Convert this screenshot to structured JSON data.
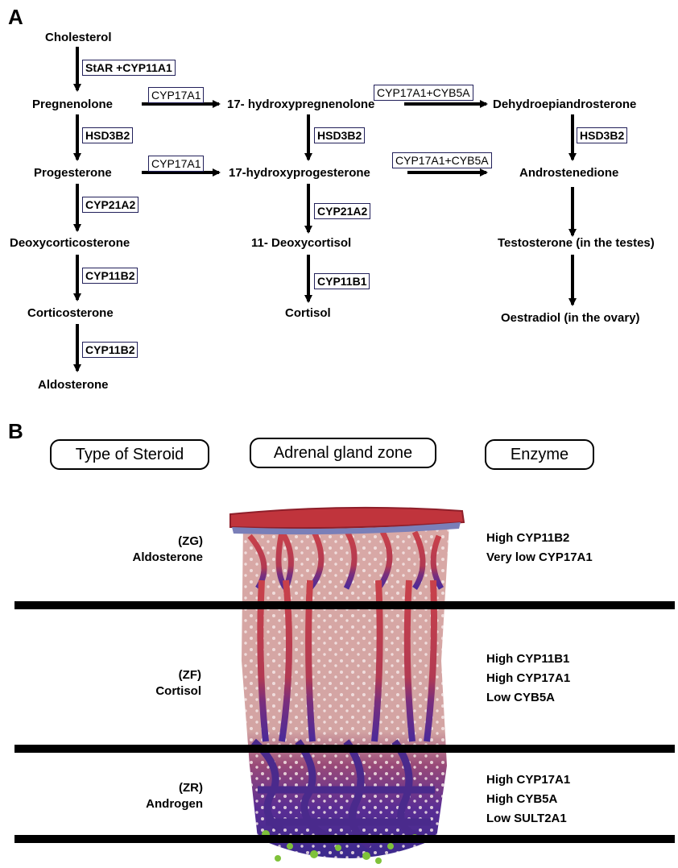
{
  "panel_a": {
    "letter": "A",
    "nodes": {
      "cholesterol": "Cholesterol",
      "pregnenolone": "Pregnenolone",
      "progesterone": "Progesterone",
      "deoxycorticosterone": "Deoxycorticosterone",
      "corticosterone": "Corticosterone",
      "aldosterone": "Aldosterone",
      "hydroxypregnenolone": "17- hydroxypregnenolone",
      "hydroxyprogesterone": "17-hydroxyprogesterone",
      "deoxycortisol": "11- Deoxycortisol",
      "cortisol": "Cortisol",
      "dhea": "Dehydroepiandrosterone",
      "androstenedione": "Androstenedione",
      "testosterone": "Testosterone (in the testes)",
      "oestradiol": "Oestradiol (in the ovary)"
    },
    "enzymes": {
      "star_cyp11a1": "StAR +CYP11A1",
      "hsd3b2_left": "HSD3B2",
      "cyp21a2_left": "CYP21A2",
      "cyp11b2_1": "CYP11B2",
      "cyp11b2_2": "CYP11B2",
      "cyp17a1_top": "CYP17A1",
      "cyp17a1_mid": "CYP17A1",
      "hsd3b2_mid": "HSD3B2",
      "cyp21a2_mid": "CYP21A2",
      "cyp11b1": "CYP11B1",
      "cyp17a1_cyb5a_top": "CYP17A1+CYB5A",
      "cyp17a1_cyb5a_mid": "CYP17A1+CYB5A",
      "hsd3b2_right": "HSD3B2"
    }
  },
  "panel_b": {
    "letter": "B",
    "headers": {
      "steroid": "Type of Steroid",
      "zone": "Adrenal gland zone",
      "enzyme": "Enzyme"
    },
    "zones": [
      {
        "code": "(ZG)",
        "steroid": "Aldosterone",
        "enzymes": [
          "High CYP11B2",
          "Very low CYP17A1"
        ]
      },
      {
        "code": "(ZF)",
        "steroid": "Cortisol",
        "enzymes": [
          "High CYP11B1",
          "High CYP17A1",
          "Low CYB5A"
        ]
      },
      {
        "code": "(ZR)",
        "steroid": "Androgen",
        "enzymes": [
          "High CYP17A1",
          "High CYB5A",
          "Low SULT2A1"
        ]
      }
    ],
    "colors": {
      "capsule": "#c0343c",
      "vessel": "#c8424a",
      "cortex": "#d7aaa8",
      "reticularis": "#5a2a8a",
      "capsule_inner": "#7a7fb8"
    }
  }
}
